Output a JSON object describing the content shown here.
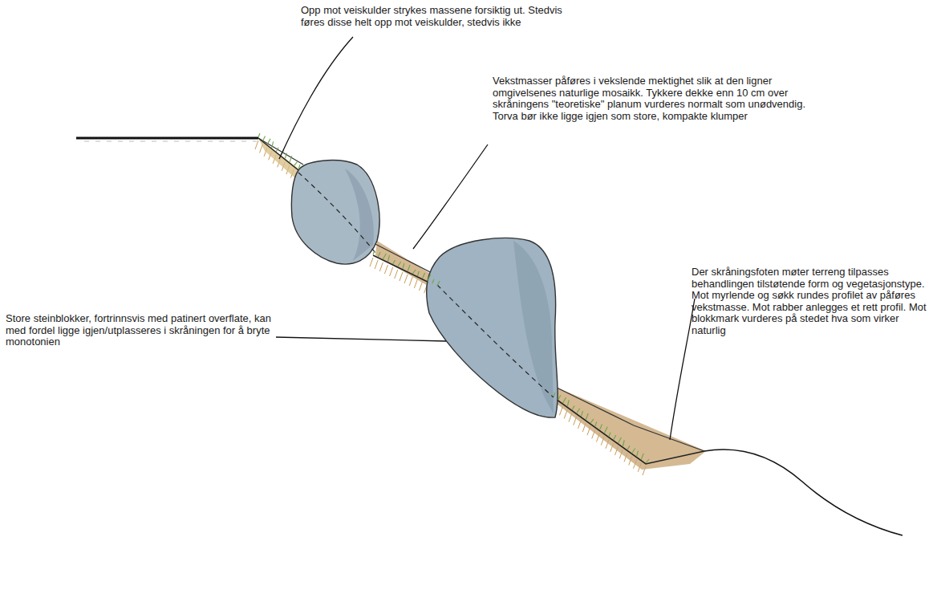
{
  "diagram": {
    "labels": [
      "Opp mot veiskulder strykes massene forsiktig ut. Stedvis føres disse helt opp mot veiskulder, stedvis ikke",
      "Vekstmasser påføres i vekslende mektighet slik at den ligner omgivelsenes naturlige mosaikk. Tykkere dekke enn 10 cm over skråningens \"teoretiske\" planum vurderes normalt som unødvendig. Torva bør ikke ligge igjen som store, kompakte klumper",
      "Store steinblokker, fortrinnsvis med patinert overflate, kan med fordel ligge igjen/utplasseres i skråningen for å bryte monotonien",
      "Der skråningsfoten møter terreng tilpasses behandlingen tilstøtende form og vegetasjonstype. Mot myrlende og søkk rundes profilet av påføres vekstmasse. Mot rabber anlegges et rett profil. Mot blokkmark vurderes på stedet hva som virker naturlig"
    ]
  }
}
